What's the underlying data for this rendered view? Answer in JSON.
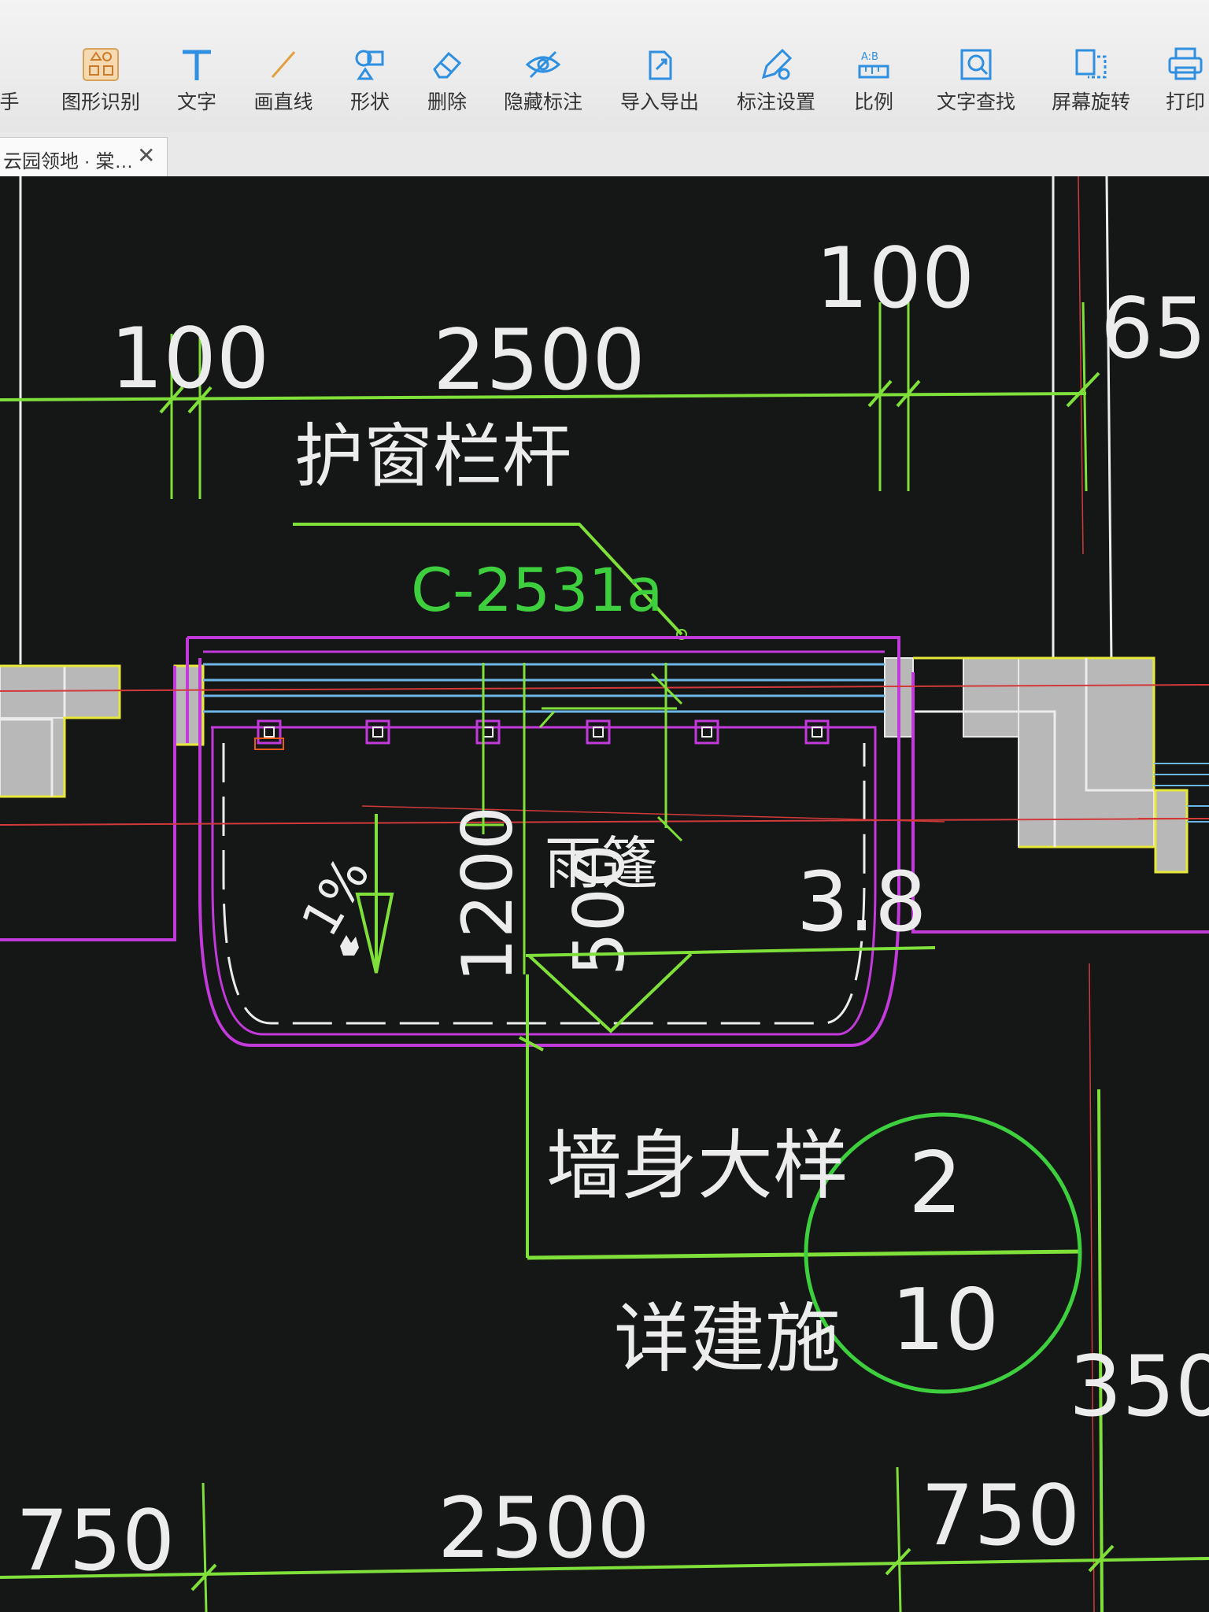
{
  "toolbar": {
    "partial_left_label": "手",
    "items": [
      {
        "label": "图形识别",
        "icon": "shape-recognition-icon"
      },
      {
        "label": "文字",
        "icon": "text-tool-icon"
      },
      {
        "label": "画直线",
        "icon": "draw-line-icon"
      },
      {
        "label": "形状",
        "icon": "shape-icon"
      },
      {
        "label": "删除",
        "icon": "eraser-icon"
      },
      {
        "label": "隐藏标注",
        "icon": "hide-annotation-icon"
      },
      {
        "label": "导入导出",
        "icon": "import-export-icon"
      },
      {
        "label": "标注设置",
        "icon": "annotation-settings-icon"
      },
      {
        "label": "比例",
        "icon": "scale-icon"
      },
      {
        "label": "文字查找",
        "icon": "text-search-icon"
      },
      {
        "label": "屏幕旋转",
        "icon": "screen-rotate-icon"
      },
      {
        "label": "打印",
        "icon": "print-icon"
      }
    ]
  },
  "tab": {
    "title": "云园领地 · 棠…",
    "close_symbol": "✕"
  },
  "drawing": {
    "colors": {
      "background": "#151616",
      "dimension_green": "#7fe03a",
      "annotation_green": "#3ecf3e",
      "white": "#ececec",
      "magenta": "#c23ad9",
      "yellow": "#e8e83a",
      "cyan": "#6fb6e8",
      "red": "#d23a3a",
      "gray_fill": "#b8b8b8"
    },
    "dims_top": {
      "d100_left": "100",
      "d2500": "2500",
      "d100_right": "100",
      "d650_partial": "65"
    },
    "label_window_guard": "护窗栏杆",
    "window_code": "C-2531a",
    "dim_500": "500",
    "dim_1200": "1200",
    "slope": "1%",
    "label_canopy": "雨篷",
    "elevation": "3.8",
    "label_wall_detail": "墙身大样",
    "detail_number": "2",
    "detail_sheet": "10",
    "label_see_arch": "详建施",
    "dim_350_partial": "350",
    "dims_bottom": {
      "d750_left": "750",
      "d2500": "2500",
      "d750_right": "750"
    }
  }
}
